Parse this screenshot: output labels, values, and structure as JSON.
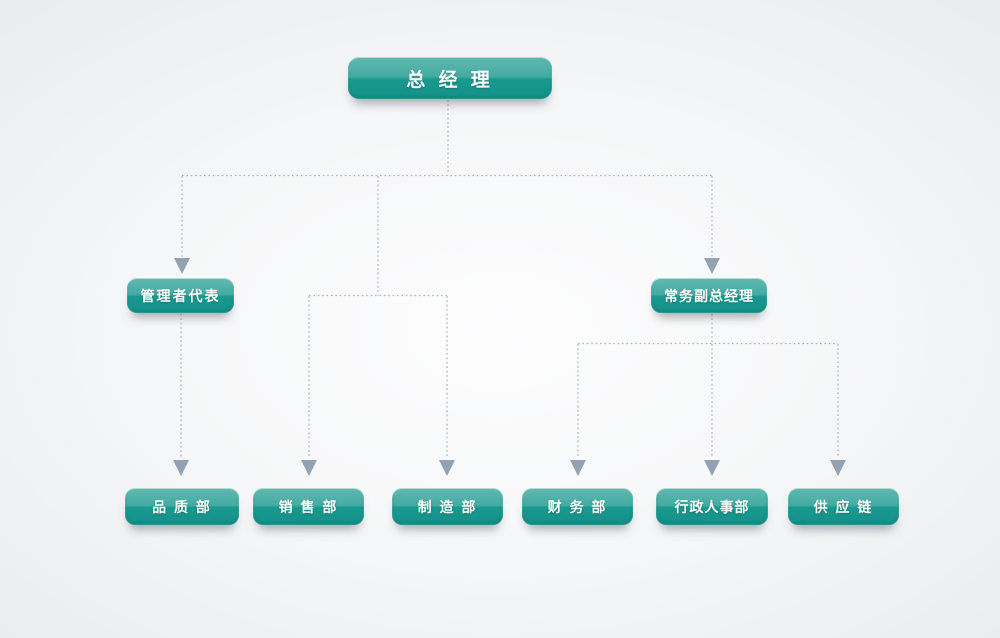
{
  "diagram": {
    "type": "org-chart",
    "nodes": {
      "general_manager": {
        "label": "总 经 理"
      },
      "management_representative": {
        "label": "管理者代表"
      },
      "executive_deputy_gm": {
        "label": "常务副总经理"
      },
      "quality_dept": {
        "label": "品 质 部"
      },
      "sales_dept": {
        "label": "销 售 部"
      },
      "manufacturing_dept": {
        "label": "制 造 部"
      },
      "finance_dept": {
        "label": "财 务 部"
      },
      "admin_hr_dept": {
        "label": "行政人事部"
      },
      "supply_chain": {
        "label": "供 应 链"
      }
    },
    "edges": [
      {
        "from": "general_manager",
        "to": "management_representative"
      },
      {
        "from": "general_manager",
        "to": "executive_deputy_gm"
      },
      {
        "from": "general_manager",
        "to": "sales_dept"
      },
      {
        "from": "general_manager",
        "to": "manufacturing_dept"
      },
      {
        "from": "management_representative",
        "to": "quality_dept"
      },
      {
        "from": "executive_deputy_gm",
        "to": "finance_dept"
      },
      {
        "from": "executive_deputy_gm",
        "to": "admin_hr_dept"
      },
      {
        "from": "executive_deputy_gm",
        "to": "supply_chain"
      }
    ],
    "colors": {
      "node_gradient_top": "#60bab0",
      "node_gradient_bottom": "#149189",
      "node_text": "#ffffff",
      "connector_line": "#a9b3c0",
      "arrowhead": "#93a1b2",
      "background_edge": "#e8eaec",
      "background_center": "#fdfdfe"
    }
  }
}
